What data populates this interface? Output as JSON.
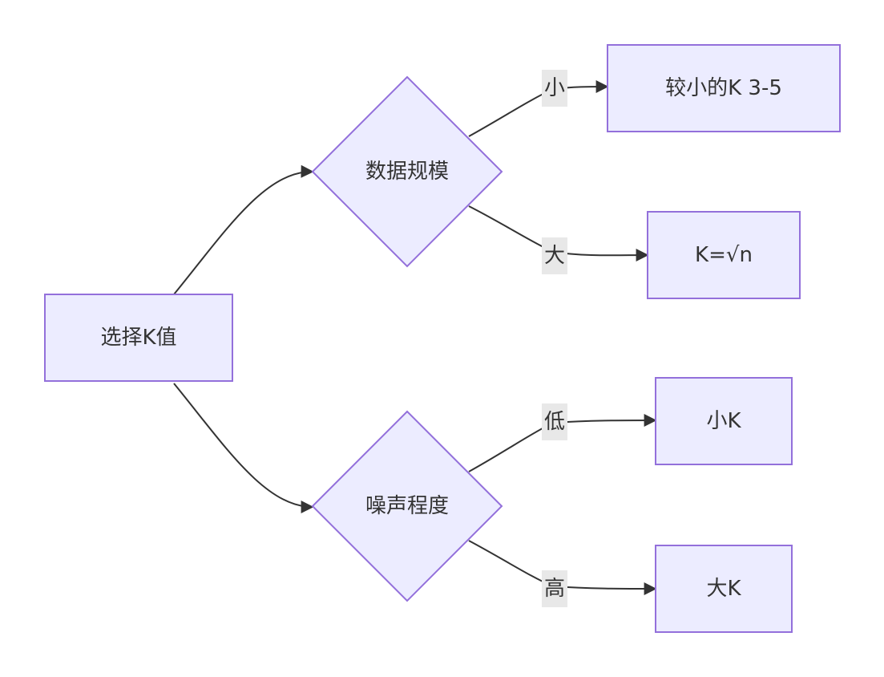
{
  "diagram": {
    "colors": {
      "node_fill": "#ECECFF",
      "node_stroke": "#9370DB",
      "edge": "#333333",
      "label_bg": "#E8E8E8",
      "text": "#333333"
    },
    "nodes": {
      "root": {
        "label": "选择K值"
      },
      "scale": {
        "label": "数据规模"
      },
      "noise": {
        "label": "噪声程度"
      },
      "small_k_range": {
        "label": "较小的K 3-5"
      },
      "sqrt_n": {
        "label": "K=√n"
      },
      "small_k": {
        "label": "小K"
      },
      "large_k": {
        "label": "大K"
      }
    },
    "edges": {
      "root_scale": {
        "label": ""
      },
      "root_noise": {
        "label": ""
      },
      "scale_small": {
        "label": "小"
      },
      "scale_large": {
        "label": "大"
      },
      "noise_low": {
        "label": "低"
      },
      "noise_high": {
        "label": "高"
      }
    }
  }
}
